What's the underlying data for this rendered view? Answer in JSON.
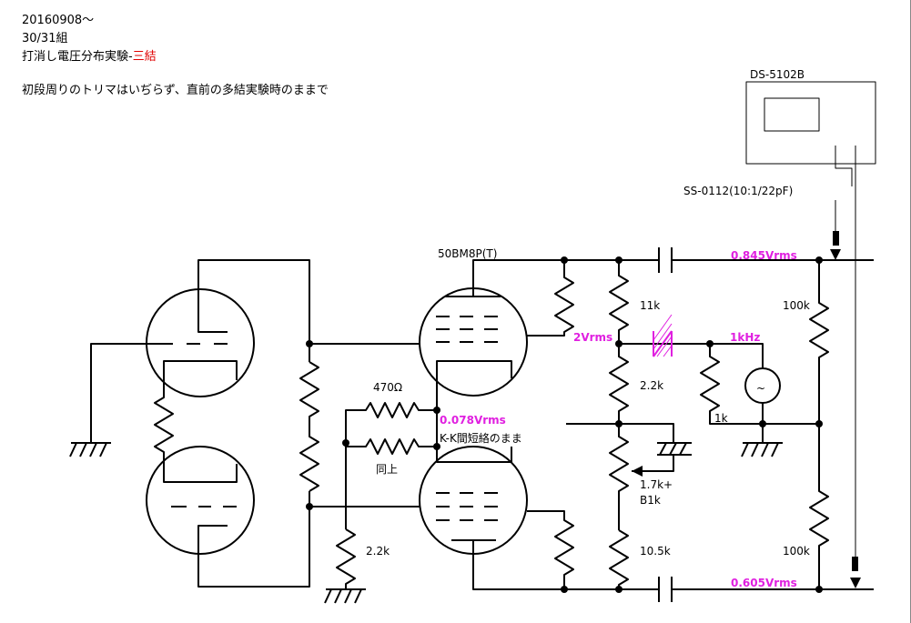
{
  "header": {
    "date": "20160908～",
    "set": "30/31組",
    "experiment": "打消し電圧分布実験‐",
    "experiment_mode": "三結",
    "note": "初段周りのトリマはいぢらず、直前の多結実験時のままで"
  },
  "labels": {
    "scope": "DS-5102B",
    "probe": "SS-0112(10:1/22pF)",
    "tube": "50BM8P(T)",
    "v_top": "0.845Vrms",
    "v_bottom": "0.605Vrms",
    "v_cathode": "0.078Vrms",
    "v_drive": "2Vrms",
    "freq": "1kHz",
    "kk_note": "K-K間短絡のまま",
    "r_470": "470Ω",
    "r_same": "同上",
    "r_2k2_left": "2.2k",
    "r_11k": "11k",
    "r_2k2": "2.2k",
    "r_1k": "1k",
    "r_1k7": "1.7k+",
    "r_b1k": "B1k",
    "r_10k5": "10.5k",
    "r_100k_top": "100k",
    "r_100k_bottom": "100k",
    "gen_symbol": "~"
  },
  "colors": {
    "line": "#000000",
    "accent": "#e020e0",
    "red": "#e00000"
  }
}
